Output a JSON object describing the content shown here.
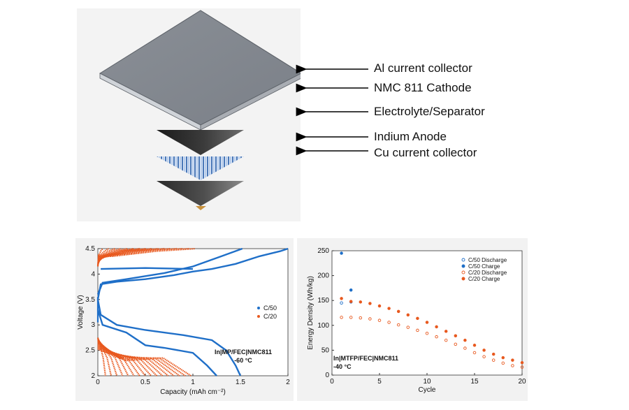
{
  "diagram": {
    "labels": [
      "Al current collector",
      "NMC 811 Cathode",
      "Electrolyte/Separator",
      "Indium Anode",
      "Cu current collector"
    ]
  },
  "chart_data": [
    {
      "type": "line",
      "xlabel": "Capacity (mAh cm⁻²)",
      "ylabel": "Voltage (V)",
      "xlim": [
        0,
        2
      ],
      "ylim": [
        2,
        4.5
      ],
      "xticks": [
        "0",
        "0.5",
        "1",
        "1.5",
        "2"
      ],
      "yticks": [
        "2",
        "2.5",
        "3",
        "3.5",
        "4",
        "4.5"
      ],
      "legend": [
        "C/50",
        "C/20"
      ],
      "legend_position": "right",
      "annotation": [
        "In|MP/FEC|NMC811",
        "-60 °C"
      ],
      "series": [
        {
          "name": "C/50",
          "color": "#1f6fc8",
          "charge": [
            [
              0.0,
              3.5
            ],
            [
              0.03,
              3.8
            ],
            [
              0.2,
              3.85
            ],
            [
              0.5,
              3.9
            ],
            [
              0.8,
              3.98
            ],
            [
              1.0,
              4.05
            ],
            [
              1.2,
              4.1
            ],
            [
              1.45,
              4.2
            ],
            [
              1.7,
              4.35
            ],
            [
              1.92,
              4.45
            ],
            [
              2.0,
              4.5
            ]
          ],
          "charge_short": [
            [
              0.0,
              3.6
            ],
            [
              0.05,
              3.83
            ],
            [
              0.3,
              3.9
            ],
            [
              0.7,
              4.02
            ],
            [
              1.0,
              4.15
            ],
            [
              1.3,
              4.35
            ],
            [
              1.52,
              4.5
            ]
          ],
          "discharge": [
            [
              0.0,
              3.5
            ],
            [
              0.03,
              3.2
            ],
            [
              0.2,
              3.0
            ],
            [
              0.5,
              2.9
            ],
            [
              0.9,
              2.8
            ],
            [
              1.2,
              2.7
            ],
            [
              1.35,
              2.5
            ],
            [
              1.45,
              2.2
            ],
            [
              1.5,
              2.0
            ]
          ],
          "discharge_short": [
            [
              0.0,
              3.3
            ],
            [
              0.05,
              3.0
            ],
            [
              0.3,
              2.85
            ],
            [
              0.5,
              2.6
            ],
            [
              0.7,
              2.55
            ],
            [
              1.0,
              2.45
            ],
            [
              1.15,
              2.2
            ],
            [
              1.25,
              2.0
            ]
          ],
          "plateau": [
            [
              0.03,
              4.1
            ],
            [
              0.5,
              4.12
            ],
            [
              1.0,
              4.1
            ]
          ]
        },
        {
          "name": "C/20",
          "color": "#e8591f"
        }
      ]
    },
    {
      "type": "scatter",
      "xlabel": "Cycle",
      "ylabel": "Energy Density (Wh/kg)",
      "xlim": [
        0,
        20
      ],
      "ylim": [
        0,
        250
      ],
      "xticks": [
        "0",
        "5",
        "10",
        "15",
        "20"
      ],
      "yticks": [
        "0",
        "50",
        "100",
        "150",
        "200",
        "250"
      ],
      "legend_position": "top-right",
      "annotation": [
        "In|MTFP/FEC|NMC811",
        "-40 °C"
      ],
      "series": [
        {
          "name": "C/50 Discharge",
          "color": "#1f6fc8",
          "filled": false,
          "x": [
            1,
            2
          ],
          "values": [
            145,
            147
          ]
        },
        {
          "name": "C/50 Charge",
          "color": "#1f6fc8",
          "filled": true,
          "x": [
            1,
            2
          ],
          "values": [
            245,
            171
          ]
        },
        {
          "name": "C/20 Discharge",
          "color": "#e8591f",
          "filled": false,
          "x": [
            1,
            2,
            3,
            4,
            5,
            6,
            7,
            8,
            9,
            10,
            11,
            12,
            13,
            14,
            15,
            16,
            17,
            18,
            19,
            20
          ],
          "values": [
            116,
            116,
            115,
            113,
            110,
            106,
            101,
            96,
            90,
            84,
            77,
            70,
            62,
            54,
            45,
            37,
            30,
            24,
            19,
            16
          ]
        },
        {
          "name": "C/20 Charge",
          "color": "#e8591f",
          "filled": true,
          "x": [
            1,
            2,
            3,
            4,
            5,
            6,
            7,
            8,
            9,
            10,
            11,
            12,
            13,
            14,
            15,
            16,
            17,
            18,
            19,
            20
          ],
          "values": [
            154,
            148,
            147,
            144,
            139,
            134,
            128,
            121,
            114,
            106,
            97,
            88,
            79,
            70,
            60,
            50,
            42,
            35,
            30,
            25
          ]
        }
      ]
    }
  ]
}
